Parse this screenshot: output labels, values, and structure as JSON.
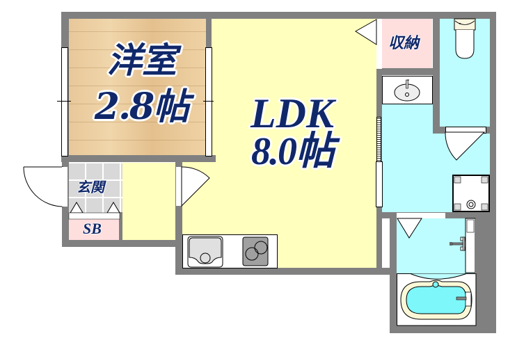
{
  "floorplan": {
    "rooms": [
      {
        "id": "western-room",
        "name": "洋室",
        "size": "2.8帖"
      },
      {
        "id": "ldk",
        "name": "LDK",
        "size": "8.0帖"
      },
      {
        "id": "storage",
        "name": "収納"
      },
      {
        "id": "entrance",
        "name": "玄関"
      },
      {
        "id": "shoe-box",
        "name": "SB"
      },
      {
        "id": "washroom",
        "name": ""
      },
      {
        "id": "toilet",
        "name": ""
      },
      {
        "id": "bathroom",
        "name": ""
      }
    ],
    "colors": {
      "wall": "#808080",
      "ldk_floor": "#ffffbe",
      "wet_area": "#bdfdff",
      "storage": "#ffdede",
      "label_text": "#10286a",
      "bathtub_water": "#7ef7fa",
      "bathtub_rim": "#fbf8d8"
    },
    "fixtures": [
      "kitchen-sink",
      "stove",
      "wash-basin",
      "toilet",
      "washing-machine-pan",
      "bathtub",
      "shower-faucet"
    ]
  }
}
